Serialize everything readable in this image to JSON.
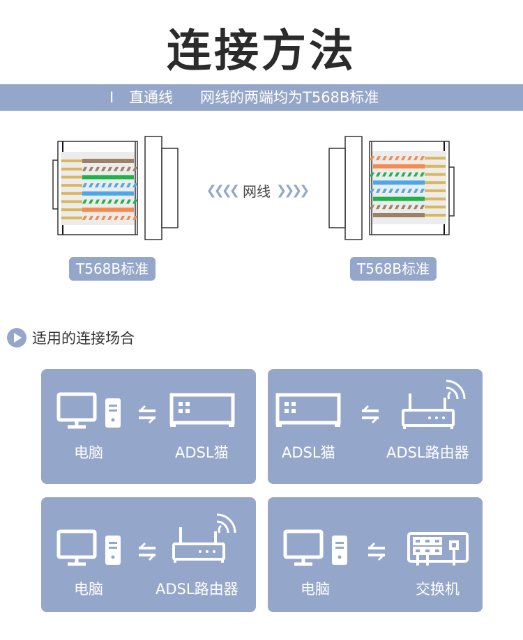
{
  "title": "连接方法",
  "banner": {
    "pipe": "I",
    "type": "直通线",
    "desc": "网线的两端均为T568B标准"
  },
  "connector_left": {
    "label": "T568B标准"
  },
  "connector_right": {
    "label": "T568B标准"
  },
  "cable_label": "网线",
  "cable_chevrons_left": "❮❮❮❮",
  "cable_chevrons_right": "❯❯❯❯",
  "wire_colors": [
    "#9b8266",
    "#9b8266",
    "#1fb24a",
    "#4aa8ea",
    "#4aa8ea",
    "#1fb24a",
    "#f58a4b",
    "#f58a4b"
  ],
  "wire_striped": [
    false,
    true,
    false,
    true,
    false,
    true,
    false,
    true
  ],
  "section_title": "适用的连接场合",
  "scenarios": [
    {
      "left": "电脑",
      "right": "ADSL猫"
    },
    {
      "left": "ADSL猫",
      "right": "ADSL路由器"
    },
    {
      "left": "电脑",
      "right": "ADSL路由器"
    },
    {
      "left": "电脑",
      "right": "交换机"
    }
  ],
  "colors": {
    "accent": "#94a6c9"
  }
}
